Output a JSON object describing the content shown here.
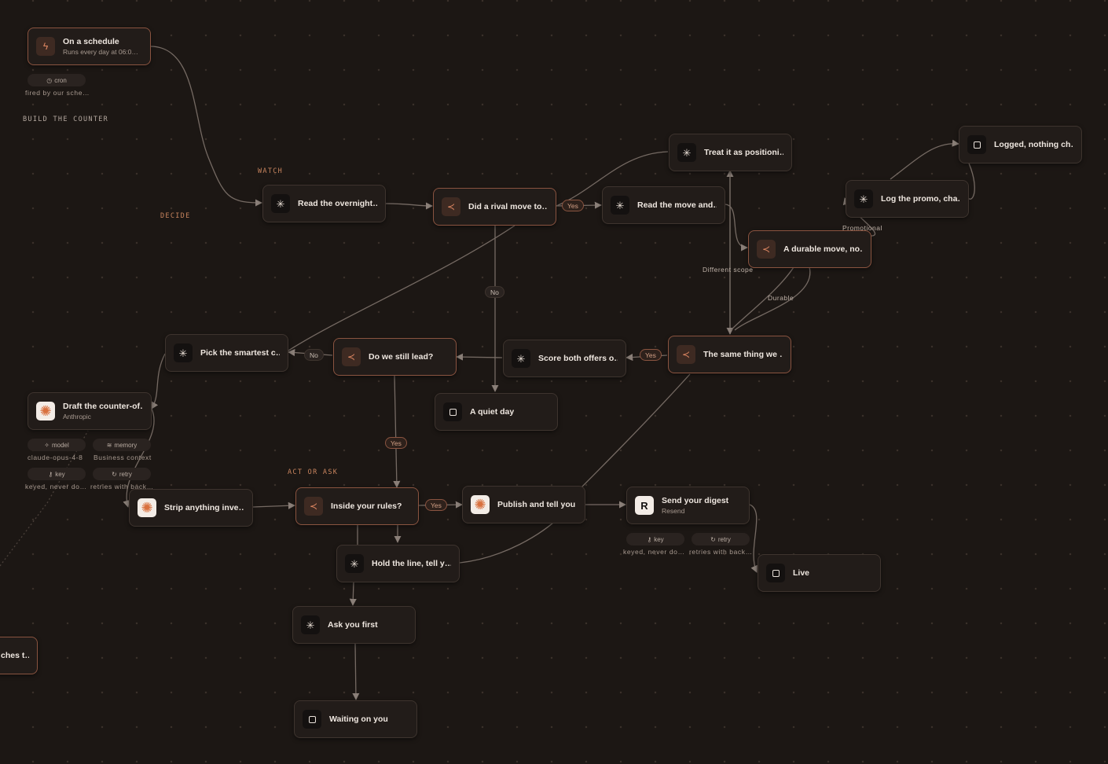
{
  "sections": {
    "build": "BUILD THE COUNTER",
    "watch": "WATCH",
    "decide": "DECIDE",
    "act": "ACT OR ASK"
  },
  "nodes": {
    "schedule": {
      "title": "On a schedule",
      "sub": "Runs every day at 06:0…",
      "icon": "lightning-icon"
    },
    "read_overnight": {
      "title": "Read the overnight…",
      "icon": "agent-icon"
    },
    "rival_move": {
      "title": "Did a rival move to…",
      "icon": "branch-icon"
    },
    "read_move": {
      "title": "Read the move and…",
      "icon": "agent-icon"
    },
    "positioning": {
      "title": "Treat it as positioni…",
      "icon": "agent-icon"
    },
    "logged": {
      "title": "Logged, nothing ch…",
      "icon": "end-icon"
    },
    "log_promo": {
      "title": "Log the promo, cha…",
      "icon": "agent-icon"
    },
    "durable_move": {
      "title": "A durable move, no…",
      "icon": "branch-icon"
    },
    "same_thing": {
      "title": "The same thing we …",
      "icon": "branch-icon"
    },
    "score_offers": {
      "title": "Score both offers o…",
      "icon": "agent-icon"
    },
    "still_lead": {
      "title": "Do we still lead?",
      "icon": "branch-icon"
    },
    "pick_smartest": {
      "title": "Pick the smartest c…",
      "icon": "agent-icon"
    },
    "quiet_day": {
      "title": "A quiet day",
      "icon": "end-icon"
    },
    "draft_counter": {
      "title": "Draft the counter-of…",
      "sub": "Anthropic",
      "icon": "anthropic-icon"
    },
    "strip": {
      "title": "Strip anything inve…",
      "icon": "anthropic-icon"
    },
    "inside_rules": {
      "title": "Inside your rules?",
      "icon": "branch-icon"
    },
    "publish": {
      "title": "Publish and tell you",
      "icon": "anthropic-icon"
    },
    "send_digest": {
      "title": "Send your digest",
      "sub": "Resend",
      "icon": "resend-icon"
    },
    "live": {
      "title": "Live",
      "icon": "end-icon"
    },
    "hold_line": {
      "title": "Hold the line, tell y…",
      "icon": "agent-icon"
    },
    "ask_first": {
      "title": "Ask you first",
      "icon": "agent-icon"
    },
    "waiting": {
      "title": "Waiting on you",
      "icon": "end-icon"
    },
    "offscreen": {
      "title": "ches t…"
    }
  },
  "attachments": {
    "cron": {
      "label": "cron",
      "desc": "fired by our sche…"
    },
    "model": {
      "label": "model",
      "desc": "claude-opus-4-8"
    },
    "memory": {
      "label": "memory",
      "desc": "Business context"
    },
    "key1": {
      "label": "key",
      "desc": "keyed, never do…"
    },
    "retry1": {
      "label": "retry",
      "desc": "retries with back…"
    },
    "key2": {
      "label": "key",
      "desc": "keyed, never do…"
    },
    "retry2": {
      "label": "retry",
      "desc": "retries with back…"
    }
  },
  "edge_labels": {
    "yes_rival": "Yes",
    "no_rival": "No",
    "no_lead": "No",
    "yes_same": "Yes",
    "yes_lead": "Yes",
    "yes_rules": "Yes",
    "promotional": "Promotional",
    "different_scope": "Different scope",
    "durable": "Durable"
  },
  "colors": {
    "background": "#1c1714",
    "node": "#221c19",
    "accent": "#8a5440",
    "edge": "#7a6f68",
    "section_orange": "#c8845e",
    "section_grey": "#b3a79e"
  }
}
